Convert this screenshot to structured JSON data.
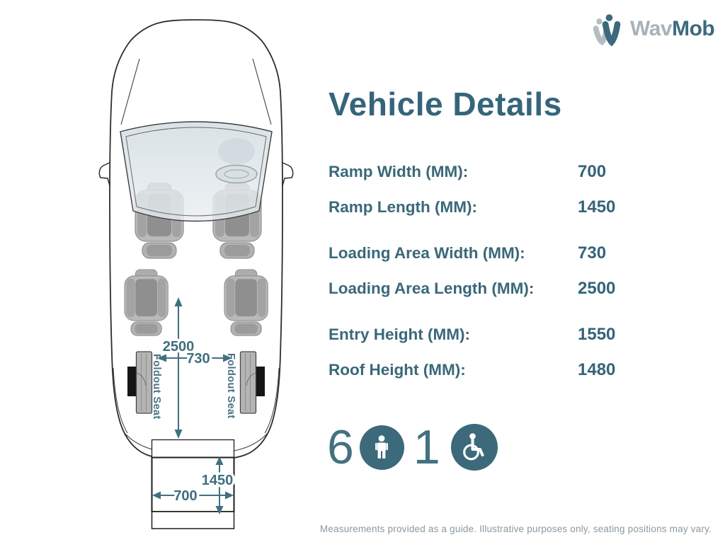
{
  "logo": {
    "brand_gray": "Wav",
    "brand_teal": "Mob"
  },
  "header": {
    "title": "Vehicle Details"
  },
  "details": {
    "groups": [
      {
        "rows": [
          {
            "label": "Ramp Width (MM):",
            "value": "700"
          },
          {
            "label": "Ramp Length (MM):",
            "value": "1450"
          }
        ]
      },
      {
        "rows": [
          {
            "label": "Loading Area Width (MM):",
            "value": "730"
          },
          {
            "label": "Loading Area Length (MM):",
            "value": "2500"
          }
        ]
      },
      {
        "rows": [
          {
            "label": "Entry Height (MM):",
            "value": "1550"
          },
          {
            "label": "Roof Height (MM):",
            "value": "1480"
          }
        ]
      }
    ]
  },
  "capacity": {
    "seat_count": "6",
    "wheelchair_count": "1"
  },
  "diagram": {
    "foldout_seat_label": "Foldout Seat",
    "loading_area_length_mm": "2500",
    "loading_area_width_mm": "730",
    "ramp_length_mm": "1450",
    "ramp_width_mm": "700"
  },
  "footer": {
    "disclaimer": "Measurements provided as a guide. Illustrative purposes only, seating positions may vary."
  },
  "colors": {
    "teal": "#3c6a7c",
    "logo_gray": "#a9b2b8",
    "arrow_teal": "#40707f",
    "seat_gray": "#b9b9b9",
    "glass_blue": "#dbe3e7"
  }
}
